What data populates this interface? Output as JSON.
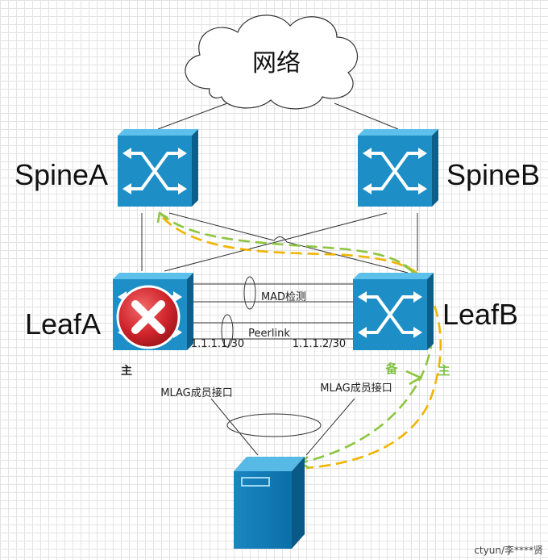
{
  "cloud": {
    "label": "网络"
  },
  "devices": {
    "spine_a": {
      "label": "SpineA"
    },
    "spine_b": {
      "label": "SpineB"
    },
    "leaf_a": {
      "label": "LeafA",
      "role": "主"
    },
    "leaf_b": {
      "label": "LeafB"
    }
  },
  "links": {
    "mad": "MAD检测",
    "peerlink": "Peerlink",
    "leaf_a_ip": "1.1.1.1/30",
    "leaf_b_ip": "1.1.1.2/30",
    "mlag_a": "MLAG成员接口",
    "mlag_b": "MLAG成员接口"
  },
  "roles": {
    "backup": "备",
    "master": "主"
  },
  "watermark": "ctyun/李****贤",
  "colors": {
    "switch_blue": "#1e8fc6",
    "switch_dark": "#0d5f8a",
    "switch_light": "#5cc0ea",
    "green_path": "#8cc63f",
    "orange_path": "#f0b400",
    "error_red": "#c8242b"
  }
}
